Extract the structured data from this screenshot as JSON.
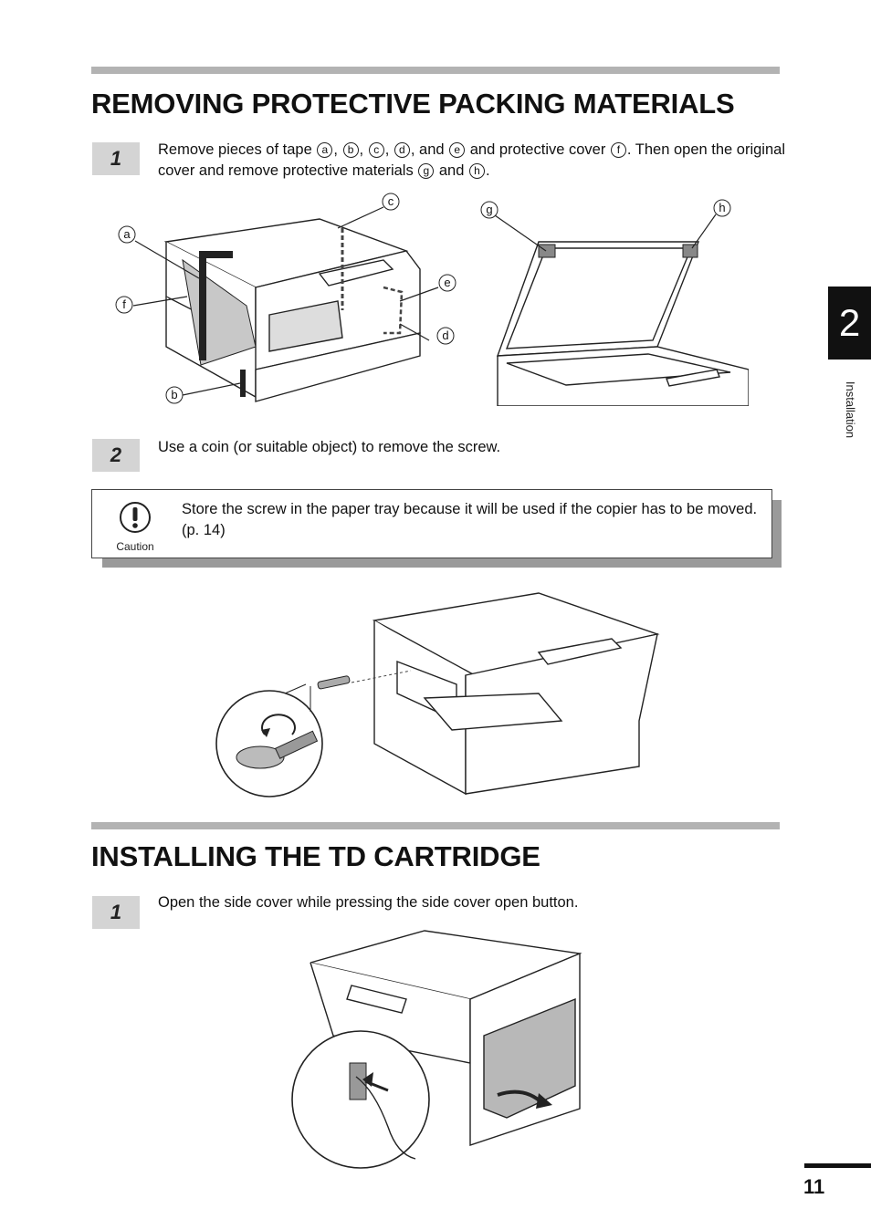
{
  "section1": {
    "title": "REMOVING PROTECTIVE PACKING MATERIALS",
    "step1": {
      "number": "1",
      "seg1": "Remove pieces of tape ",
      "a": "a",
      "sep_ab": ", ",
      "b": "b",
      "sep_bc": ", ",
      "c": "c",
      "sep_cd": ", ",
      "d": "d",
      "seg_and": ", and ",
      "e": "e",
      "seg2": " and protective cover ",
      "f": "f",
      "seg3": ". Then open the original cover and remove protective materials ",
      "g": "g",
      "seg_and2": " and ",
      "h": "h",
      "seg_end": "."
    },
    "step2": {
      "number": "2",
      "text": "Use a coin (or suitable object) to remove the screw."
    },
    "caution": {
      "label": "Caution",
      "text": "Store the screw in the paper tray because it will be used if the copier has to be moved. (p. 14)"
    }
  },
  "section2": {
    "title": "INSTALLING THE TD CARTRIDGE",
    "step1": {
      "number": "1",
      "text": "Open the side cover while pressing the side cover open button."
    }
  },
  "illustration_labels": {
    "a": "a",
    "b": "b",
    "c": "c",
    "d": "d",
    "e": "e",
    "f": "f",
    "g": "g",
    "h": "h"
  },
  "chapter": {
    "number": "2",
    "label": "Installation"
  },
  "page_number": "11"
}
